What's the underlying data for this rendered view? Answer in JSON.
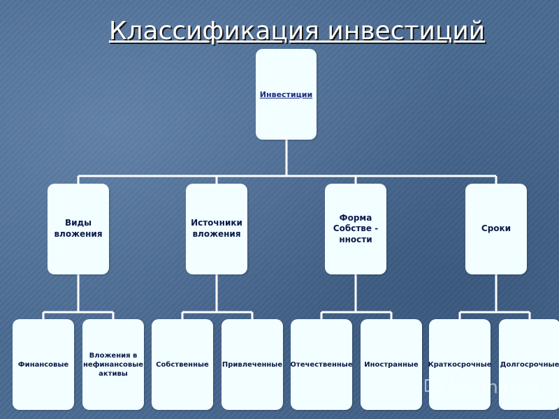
{
  "title": "Классификация инвестиций",
  "root": "Инвестиции",
  "branches": [
    {
      "label": "Виды вложения",
      "children": [
        "Финансовые",
        "Вложения в нефинансовые активы"
      ]
    },
    {
      "label": "Источники вложения",
      "children": [
        "Собственные",
        "Привлеченные"
      ]
    },
    {
      "label": "Форма Собстве - нности",
      "children": [
        "Отечественные",
        "Иностранные"
      ]
    },
    {
      "label": "Сроки",
      "children": [
        "Краткосрочные",
        "Долгосрочные"
      ]
    }
  ],
  "watermark": "MyShared",
  "colors": {
    "background": "#4a6a92",
    "box": "#f2feff",
    "line": "#ffffff",
    "text": "#0b1a4a"
  }
}
